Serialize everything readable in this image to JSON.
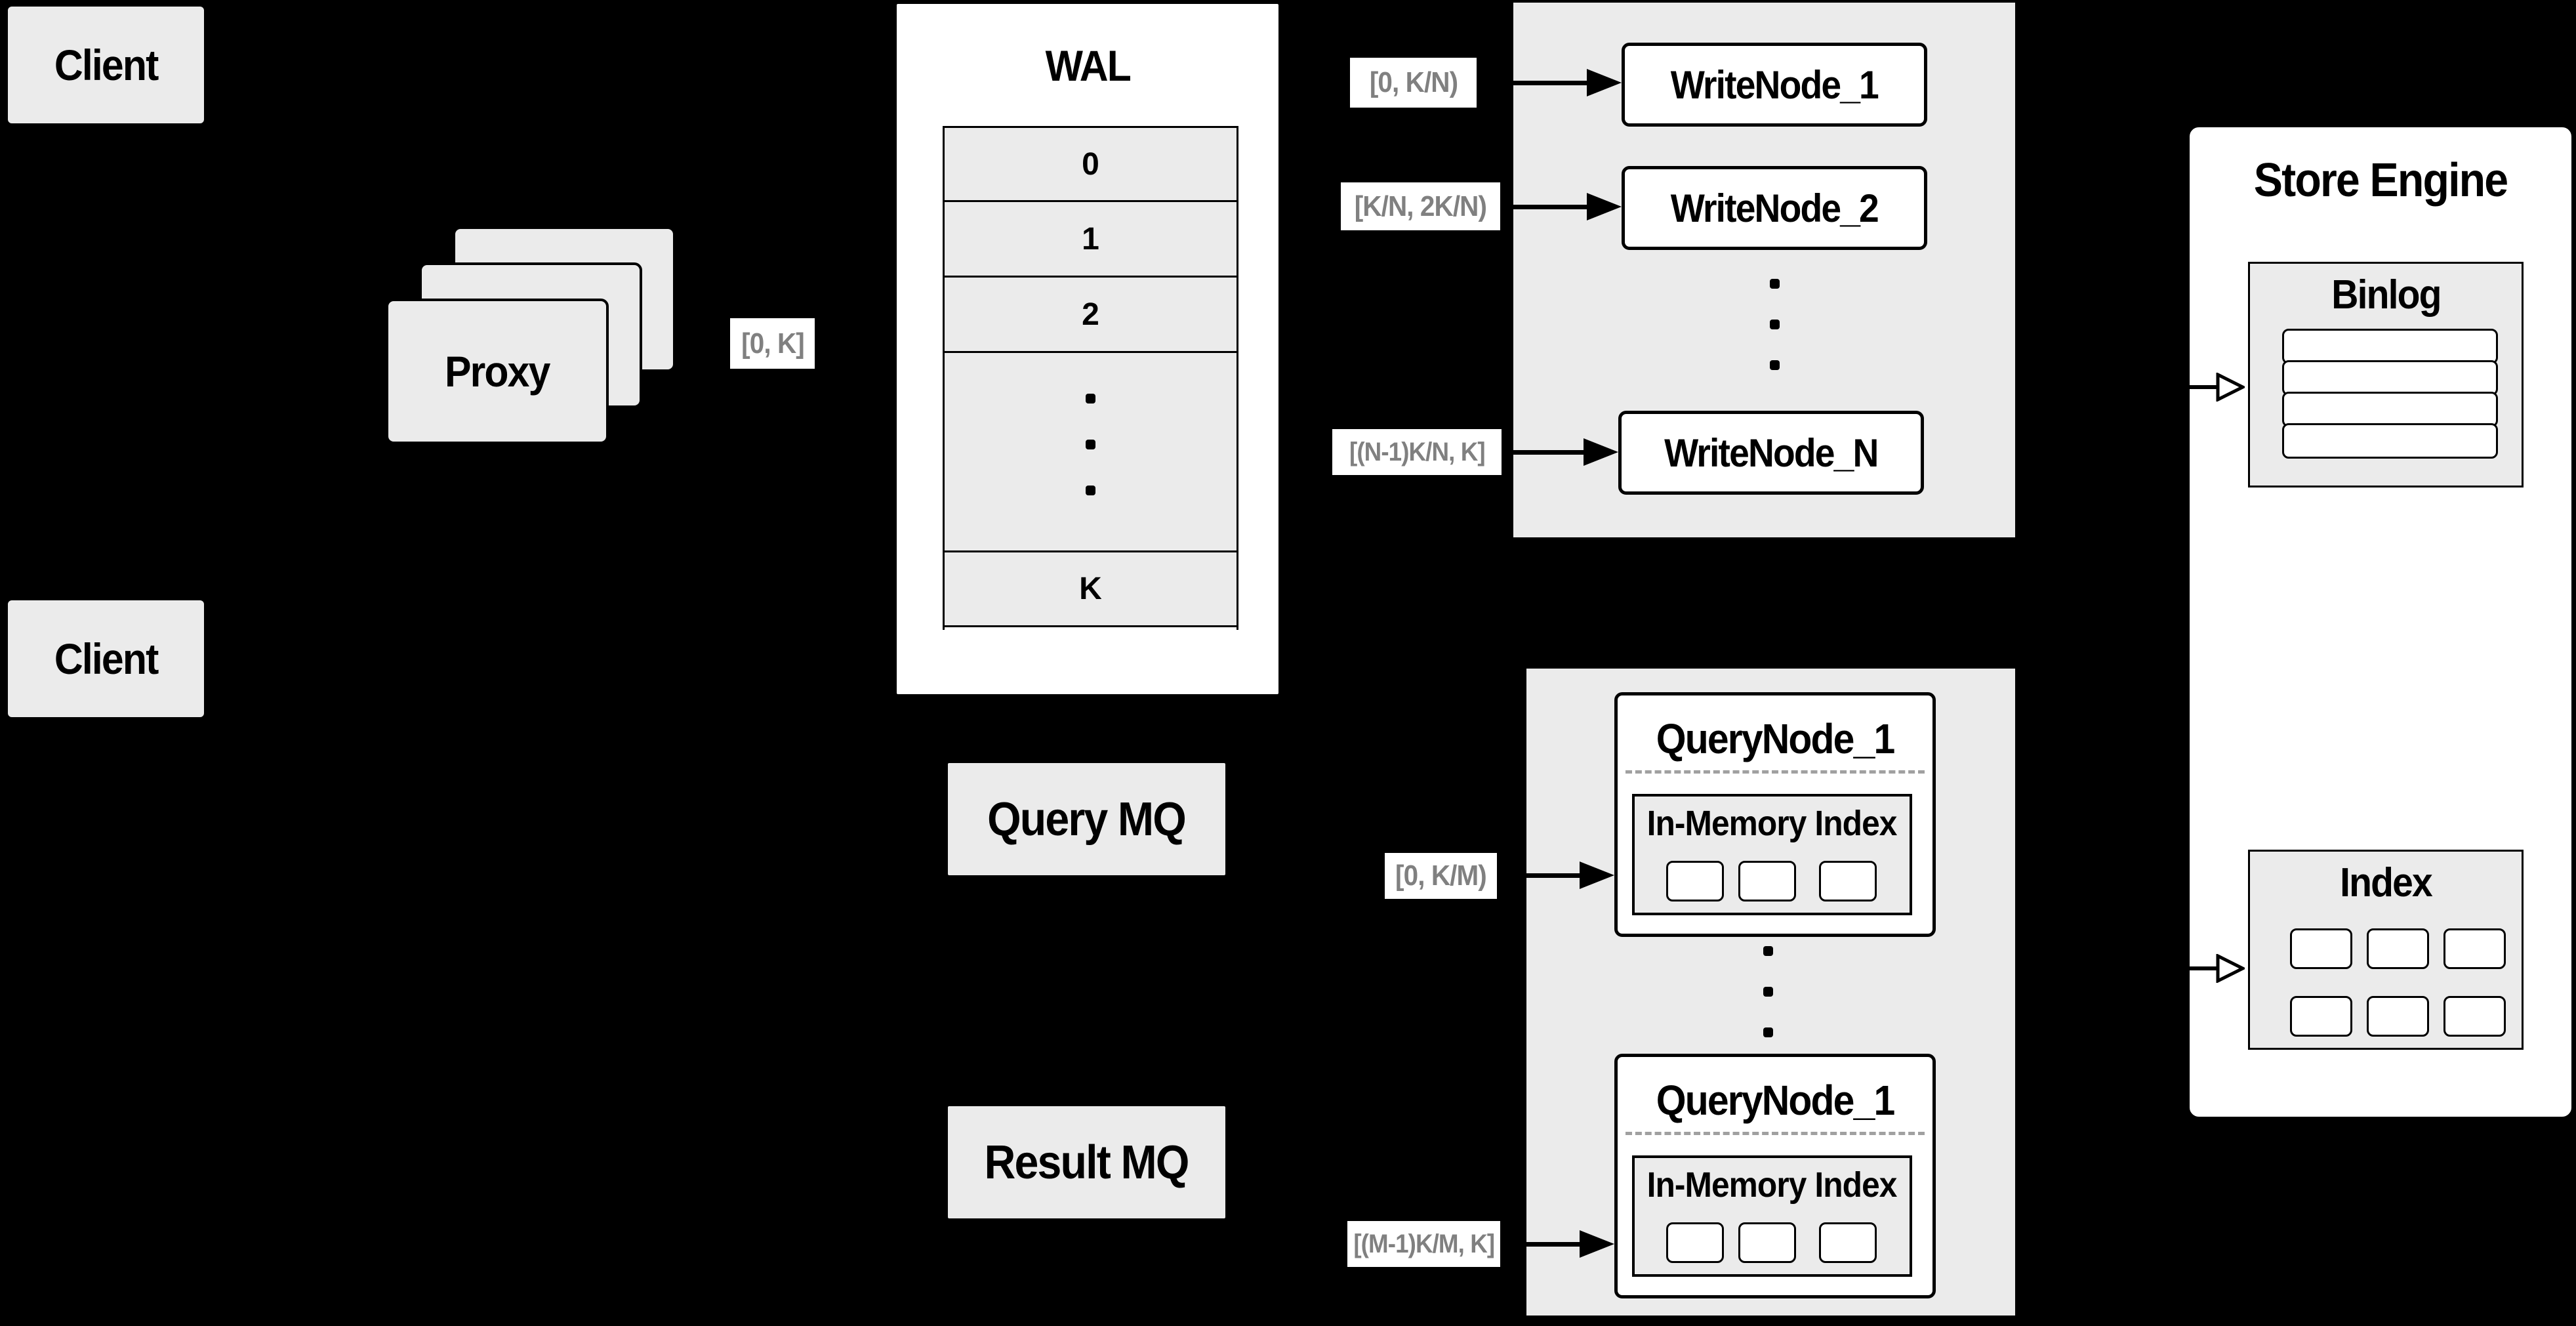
{
  "colors": {
    "background": "#000000",
    "panel_fill": "#ebebeb",
    "node_fill": "#ffffff",
    "border": "#000000",
    "range_label_text": "#808080"
  },
  "clients": {
    "top": "Client",
    "bottom": "Client"
  },
  "proxy": {
    "label": "Proxy"
  },
  "wal": {
    "title": "WAL",
    "rows": [
      "0",
      "1",
      "2"
    ],
    "last_row": "K"
  },
  "range_labels": {
    "proxy_wal": "[0, K]",
    "write_node_1": "[0, K/N)",
    "write_node_2": "[K/N, 2K/N)",
    "write_node_n": "[(N-1)K/N, K]",
    "query_node_1": "[0, K/M)",
    "query_node_m": "[(M-1)K/M, K]"
  },
  "write_nodes": [
    "WriteNode_1",
    "WriteNode_2",
    "WriteNode_N"
  ],
  "mq": {
    "query": "Query MQ",
    "result": "Result MQ"
  },
  "query_nodes": [
    {
      "title": "QueryNode_1",
      "inner_title": "In-Memory Index"
    },
    {
      "title": "QueryNode_1",
      "inner_title": "In-Memory Index"
    }
  ],
  "store_engine": {
    "title": "Store Engine",
    "binlog_title": "Binlog",
    "index_title": "Index"
  }
}
